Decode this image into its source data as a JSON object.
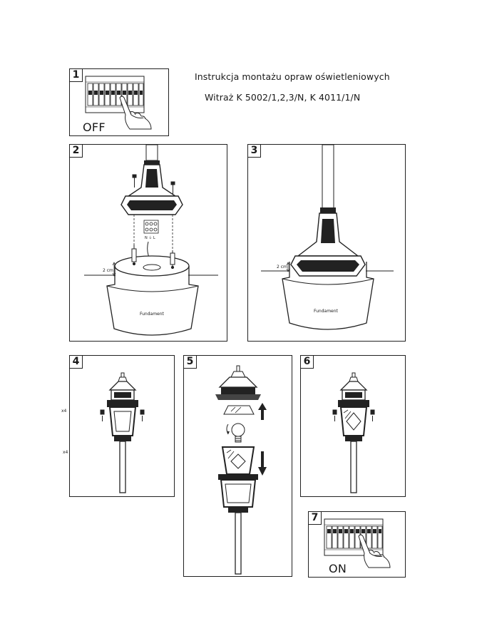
{
  "header": {
    "line1": "Instrukcja montażu opraw oświetleniowych",
    "line2": "Witraż K 5002/1,2,3/N, K 4011/1/N"
  },
  "steps": [
    {
      "num": "1",
      "caption": "OFF"
    },
    {
      "num": "2",
      "label_cm": "2 cm",
      "label_base": "Fundament",
      "terminal_marks": "N ⏚ L"
    },
    {
      "num": "3",
      "label_cm": "2 cm",
      "label_base": "Fundament"
    },
    {
      "num": "4"
    },
    {
      "num": "5",
      "count_top": "x4",
      "count_bottom": "x4"
    },
    {
      "num": "6"
    },
    {
      "num": "7",
      "caption": "ON"
    }
  ],
  "icons": [
    "switchboard-icon",
    "hand-icon",
    "screw-icon",
    "terminal-block-icon",
    "bulb-icon",
    "arrow-up-icon",
    "arrow-down-icon",
    "lantern-icon"
  ]
}
